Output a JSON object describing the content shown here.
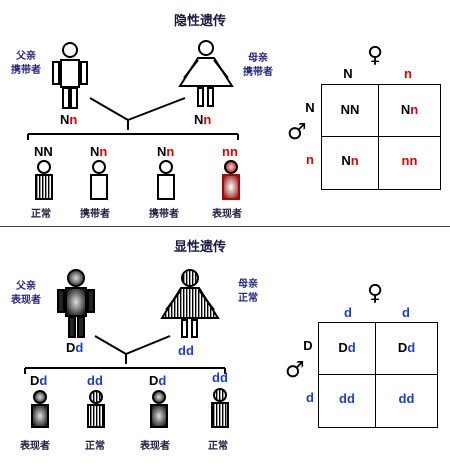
{
  "recessive": {
    "title": "隐性遗传",
    "father_label": [
      "父亲",
      "携带者"
    ],
    "mother_label": [
      "母亲",
      "携带者"
    ],
    "father_geno": [
      "N",
      "n"
    ],
    "mother_geno": [
      "N",
      "n"
    ],
    "children": [
      {
        "geno": [
          "N",
          "N"
        ],
        "caption": "正常"
      },
      {
        "geno": [
          "N",
          "n"
        ],
        "caption": "携带者"
      },
      {
        "geno": [
          "N",
          "n"
        ],
        "caption": "携带者"
      },
      {
        "geno": [
          "n",
          "n"
        ],
        "caption": "表现者"
      }
    ],
    "punnett": {
      "col_headers": [
        "N",
        "n"
      ],
      "row_headers": [
        "N",
        "n"
      ],
      "cells": [
        [
          "NN",
          "Nn"
        ],
        [
          "Nn",
          "nn"
        ]
      ]
    },
    "female_symbol": "♀",
    "male_symbol": "♂"
  },
  "dominant": {
    "title": "显性遗传",
    "father_label": [
      "父亲",
      "表现者"
    ],
    "mother_label": [
      "母亲",
      "正常"
    ],
    "father_geno": [
      "D",
      "d"
    ],
    "mother_geno": [
      "d",
      "d"
    ],
    "children": [
      {
        "geno": [
          "D",
          "d"
        ],
        "caption": "表现者"
      },
      {
        "geno": [
          "d",
          "d"
        ],
        "caption": "正常"
      },
      {
        "geno": [
          "D",
          "d"
        ],
        "caption": "表现者"
      },
      {
        "geno": [
          "d",
          "d"
        ],
        "caption": "正常"
      }
    ],
    "punnett": {
      "col_headers": [
        "d",
        "d"
      ],
      "row_headers": [
        "D",
        "d"
      ],
      "cells": [
        [
          "Dd",
          "Dd"
        ],
        [
          "dd",
          "dd"
        ]
      ]
    },
    "female_symbol": "♀",
    "male_symbol": "♂"
  }
}
